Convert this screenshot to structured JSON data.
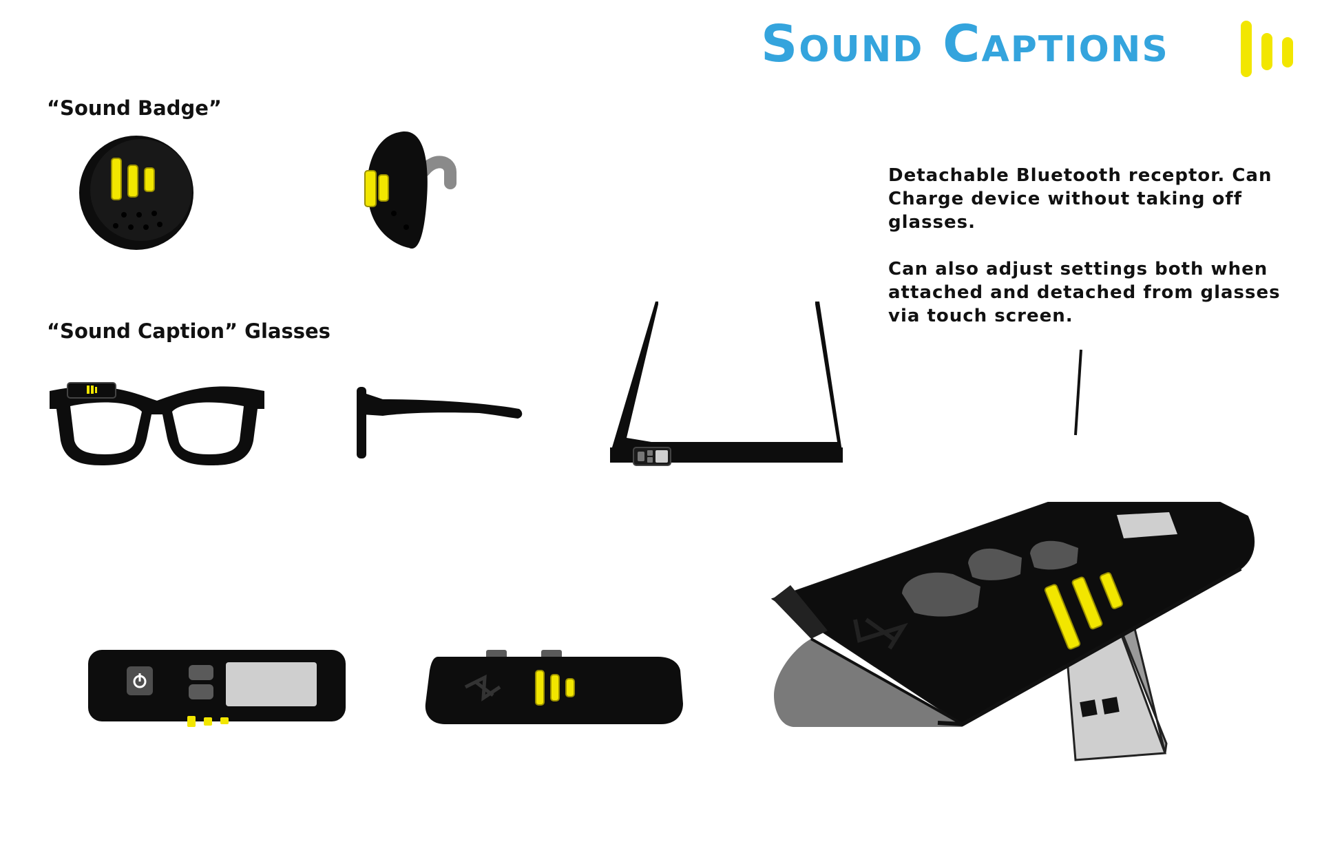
{
  "header": {
    "title": "Sound Captions",
    "brand_color": "#34a4dd",
    "logo": {
      "name": "sound-bars-logo-icon",
      "color": "#f2e600"
    }
  },
  "sections": {
    "badge_title": "“Sound Badge”",
    "glasses_title": "“Sound Caption” Glasses"
  },
  "notes": {
    "line1": "Detachable Bluetooth receptor. Can",
    "line2": "Charge device without taking off",
    "line3": "glasses.",
    "line4": "Can also adjust settings both when",
    "line5": "attached and detached from glasses",
    "line6": "via touch screen."
  },
  "palette": {
    "device_black": "#0d0d0d",
    "accent_yellow": "#f2e600",
    "screen_gray": "#cfcfcf",
    "button_gray": "#5a5a5a"
  },
  "illustrations": [
    "badge-front-view",
    "badge-side-view",
    "glasses-front-view",
    "glasses-side-view",
    "glasses-top-view",
    "receptor-top-view",
    "receptor-front-view",
    "receptor-usb-perspective"
  ]
}
